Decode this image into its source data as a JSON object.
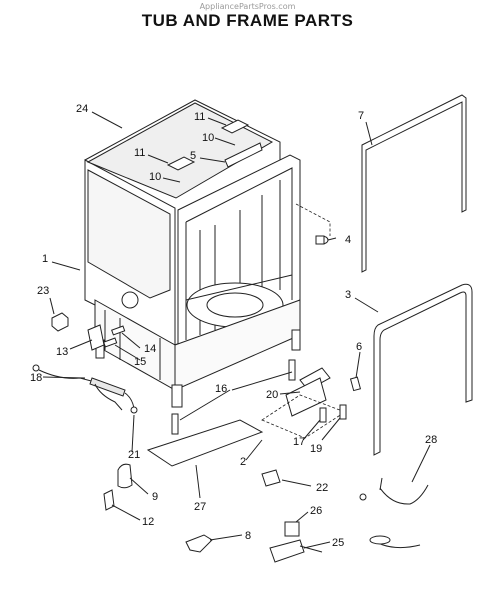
{
  "header": {
    "watermark": "AppliancePartsPros.com",
    "title": "TUB AND FRAME PARTS"
  },
  "callouts": [
    {
      "id": "c24",
      "label": "24"
    },
    {
      "id": "c11a",
      "label": "11"
    },
    {
      "id": "c10a",
      "label": "10"
    },
    {
      "id": "c11b",
      "label": "11"
    },
    {
      "id": "c5",
      "label": "5"
    },
    {
      "id": "c10b",
      "label": "10"
    },
    {
      "id": "c7",
      "label": "7"
    },
    {
      "id": "c4",
      "label": "4"
    },
    {
      "id": "c1",
      "label": "1"
    },
    {
      "id": "c23",
      "label": "23"
    },
    {
      "id": "c3",
      "label": "3"
    },
    {
      "id": "c13",
      "label": "13"
    },
    {
      "id": "c14",
      "label": "14"
    },
    {
      "id": "c15",
      "label": "15"
    },
    {
      "id": "c6",
      "label": "6"
    },
    {
      "id": "c18",
      "label": "18"
    },
    {
      "id": "c16",
      "label": "16"
    },
    {
      "id": "c20",
      "label": "20"
    },
    {
      "id": "c17",
      "label": "17"
    },
    {
      "id": "c19",
      "label": "19"
    },
    {
      "id": "c21",
      "label": "21"
    },
    {
      "id": "c2",
      "label": "2"
    },
    {
      "id": "c28",
      "label": "28"
    },
    {
      "id": "c9",
      "label": "9"
    },
    {
      "id": "c22",
      "label": "22"
    },
    {
      "id": "c27",
      "label": "27"
    },
    {
      "id": "c12",
      "label": "12"
    },
    {
      "id": "c26",
      "label": "26"
    },
    {
      "id": "c8",
      "label": "8"
    },
    {
      "id": "c25",
      "label": "25"
    }
  ]
}
